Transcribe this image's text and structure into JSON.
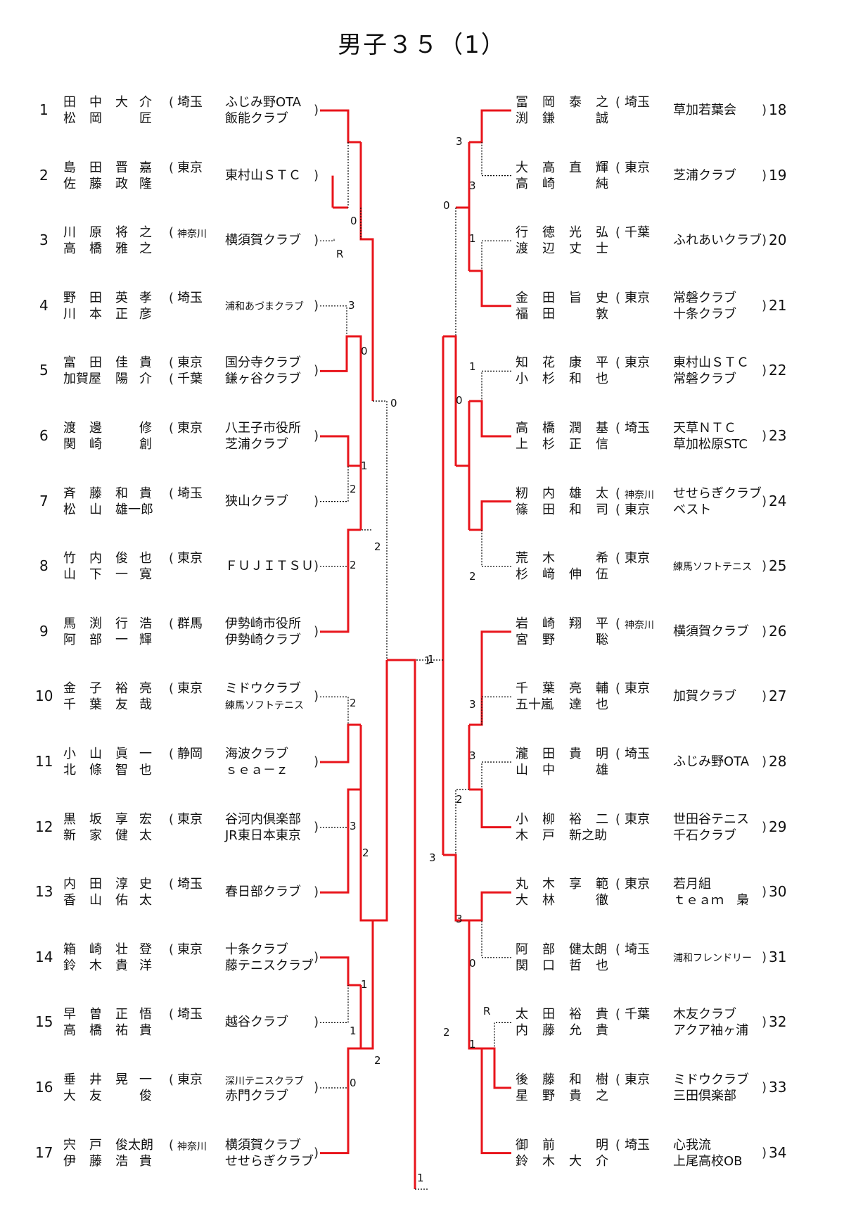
{
  "title": "男子３５（1）",
  "colors": {
    "win": "#e8141b",
    "normal": "#000000"
  },
  "left": [
    {
      "seed": "1",
      "p1": [
        "田",
        "中",
        "大",
        "介"
      ],
      "p2": [
        "松",
        "岡",
        "",
        "匠"
      ],
      "pref": [
        "埼玉",
        ""
      ],
      "club": [
        "ふじみ野OTA",
        "飯能クラブ"
      ]
    },
    {
      "seed": "2",
      "p1": [
        "島",
        "田",
        "晋",
        "嘉"
      ],
      "p2": [
        "佐",
        "藤",
        "政",
        "隆"
      ],
      "pref": [
        "東京",
        ""
      ],
      "club": [
        "東村山ＳＴＣ",
        ""
      ]
    },
    {
      "seed": "3",
      "p1": [
        "川",
        "原",
        "将",
        "之"
      ],
      "p2": [
        "高",
        "橋",
        "雅",
        "之"
      ],
      "pref": [
        "神奈川",
        ""
      ],
      "club": [
        "横須賀クラブ",
        ""
      ]
    },
    {
      "seed": "4",
      "p1": [
        "野",
        "田",
        "英",
        "孝"
      ],
      "p2": [
        "川",
        "本",
        "正",
        "彦"
      ],
      "pref": [
        "埼玉",
        ""
      ],
      "club": [
        "浦和あづまクラブ",
        ""
      ]
    },
    {
      "seed": "5",
      "p1": [
        "富",
        "田",
        "佳",
        "貴"
      ],
      "p2": [
        "加賀屋",
        "",
        "陽",
        "介"
      ],
      "pref": [
        "東京",
        "千葉"
      ],
      "club": [
        "国分寺クラブ",
        "鎌ヶ谷クラブ"
      ]
    },
    {
      "seed": "6",
      "p1": [
        "渡",
        "邊",
        "",
        "修"
      ],
      "p2": [
        "関",
        "崎",
        "",
        "創"
      ],
      "pref": [
        "東京",
        ""
      ],
      "club": [
        "八王子市役所",
        "芝浦クラブ"
      ]
    },
    {
      "seed": "7",
      "p1": [
        "斉",
        "藤",
        "和",
        "貴"
      ],
      "p2": [
        "松",
        "山",
        "雄一郎",
        ""
      ],
      "pref": [
        "埼玉",
        ""
      ],
      "club": [
        "狭山クラブ",
        ""
      ]
    },
    {
      "seed": "8",
      "p1": [
        "竹",
        "内",
        "俊",
        "也"
      ],
      "p2": [
        "山",
        "下",
        "一",
        "寛"
      ],
      "pref": [
        "東京",
        ""
      ],
      "club": [
        "ＦＵＪＩＴＳＵ",
        ""
      ]
    },
    {
      "seed": "9",
      "p1": [
        "馬",
        "渕",
        "行",
        "浩"
      ],
      "p2": [
        "阿",
        "部",
        "一",
        "輝"
      ],
      "pref": [
        "群馬",
        ""
      ],
      "club": [
        "伊勢崎市役所",
        "伊勢崎クラブ"
      ]
    },
    {
      "seed": "10",
      "p1": [
        "金",
        "子",
        "裕",
        "亮"
      ],
      "p2": [
        "千",
        "葉",
        "友",
        "哉"
      ],
      "pref": [
        "東京",
        ""
      ],
      "club": [
        "ミドウクラブ",
        "練馬ソフトテニス"
      ]
    },
    {
      "seed": "11",
      "p1": [
        "小",
        "山",
        "眞",
        "一"
      ],
      "p2": [
        "北",
        "條",
        "智",
        "也"
      ],
      "pref": [
        "静岡",
        ""
      ],
      "club": [
        "海波クラブ",
        "ｓｅａ－ｚ"
      ]
    },
    {
      "seed": "12",
      "p1": [
        "黒",
        "坂",
        "享",
        "宏"
      ],
      "p2": [
        "新",
        "家",
        "健",
        "太"
      ],
      "pref": [
        "東京",
        ""
      ],
      "club": [
        "谷河内倶楽部",
        "JR東日本東京"
      ]
    },
    {
      "seed": "13",
      "p1": [
        "内",
        "田",
        "淳",
        "史"
      ],
      "p2": [
        "香",
        "山",
        "佑",
        "太"
      ],
      "pref": [
        "埼玉",
        ""
      ],
      "club": [
        "春日部クラブ",
        ""
      ]
    },
    {
      "seed": "14",
      "p1": [
        "箱",
        "崎",
        "壮",
        "登"
      ],
      "p2": [
        "鈴",
        "木",
        "貴",
        "洋"
      ],
      "pref": [
        "東京",
        ""
      ],
      "club": [
        "十条クラブ",
        "藤テニスクラブ"
      ]
    },
    {
      "seed": "15",
      "p1": [
        "早",
        "曽",
        "正",
        "悟"
      ],
      "p2": [
        "高",
        "橋",
        "祐",
        "貴"
      ],
      "pref": [
        "埼玉",
        ""
      ],
      "club": [
        "越谷クラブ",
        ""
      ]
    },
    {
      "seed": "16",
      "p1": [
        "垂",
        "井",
        "晃",
        "一"
      ],
      "p2": [
        "大",
        "友",
        "",
        "俊"
      ],
      "pref": [
        "東京",
        ""
      ],
      "club": [
        "深川テニスクラブ",
        "赤門クラブ"
      ]
    },
    {
      "seed": "17",
      "p1": [
        "宍",
        "戸",
        "俊太朗",
        ""
      ],
      "p2": [
        "伊",
        "藤",
        "浩",
        "貴"
      ],
      "pref": [
        "神奈川",
        ""
      ],
      "club": [
        "横須賀クラブ",
        "せせらぎクラブ"
      ]
    }
  ],
  "right": [
    {
      "seed": "18",
      "p1": [
        "冨",
        "岡",
        "泰",
        "之"
      ],
      "p2": [
        "渕",
        "鎌",
        "",
        "誠"
      ],
      "pref": [
        "埼玉",
        ""
      ],
      "club": [
        "草加若葉会",
        ""
      ]
    },
    {
      "seed": "19",
      "p1": [
        "大",
        "高",
        "直",
        "輝"
      ],
      "p2": [
        "高",
        "崎",
        "",
        "純"
      ],
      "pref": [
        "東京",
        ""
      ],
      "club": [
        "芝浦クラブ",
        ""
      ]
    },
    {
      "seed": "20",
      "p1": [
        "行",
        "徳",
        "光",
        "弘"
      ],
      "p2": [
        "渡",
        "辺",
        "丈",
        "士"
      ],
      "pref": [
        "千葉",
        ""
      ],
      "club": [
        "ふれあいクラブ",
        ""
      ]
    },
    {
      "seed": "21",
      "p1": [
        "金",
        "田",
        "旨",
        "史"
      ],
      "p2": [
        "福",
        "田",
        "",
        "敦"
      ],
      "pref": [
        "東京",
        ""
      ],
      "club": [
        "常磐クラブ",
        "十条クラブ"
      ]
    },
    {
      "seed": "22",
      "p1": [
        "知",
        "花",
        "康",
        "平"
      ],
      "p2": [
        "小",
        "杉",
        "和",
        "也"
      ],
      "pref": [
        "東京",
        ""
      ],
      "club": [
        "東村山ＳＴＣ",
        "常磐クラブ"
      ]
    },
    {
      "seed": "23",
      "p1": [
        "高",
        "橋",
        "潤",
        "基"
      ],
      "p2": [
        "上",
        "杉",
        "正",
        "信"
      ],
      "pref": [
        "埼玉",
        ""
      ],
      "club": [
        "天草ＮＴＣ",
        "草加松原STC"
      ]
    },
    {
      "seed": "24",
      "p1": [
        "籾",
        "内",
        "雄",
        "太"
      ],
      "p2": [
        "篠",
        "田",
        "和",
        "司"
      ],
      "pref": [
        "神奈川",
        "東京"
      ],
      "club": [
        "せせらぎクラブ",
        "ベスト"
      ]
    },
    {
      "seed": "25",
      "p1": [
        "荒",
        "木",
        "",
        "希"
      ],
      "p2": [
        "杉",
        "﨑",
        "伸",
        "伍"
      ],
      "pref": [
        "東京",
        ""
      ],
      "club": [
        "練馬ソフトテニス",
        ""
      ]
    },
    {
      "seed": "26",
      "p1": [
        "岩",
        "崎",
        "翔",
        "平"
      ],
      "p2": [
        "宮",
        "野",
        "",
        "聡"
      ],
      "pref": [
        "神奈川",
        ""
      ],
      "club": [
        "横須賀クラブ",
        ""
      ]
    },
    {
      "seed": "27",
      "p1": [
        "千",
        "葉",
        "亮",
        "輔"
      ],
      "p2": [
        "五十嵐",
        "",
        "達",
        "也"
      ],
      "pref": [
        "東京",
        ""
      ],
      "club": [
        "加賀クラブ",
        ""
      ]
    },
    {
      "seed": "28",
      "p1": [
        "瀧",
        "田",
        "貴",
        "明"
      ],
      "p2": [
        "山",
        "中",
        "",
        "雄"
      ],
      "pref": [
        "埼玉",
        ""
      ],
      "club": [
        "ふじみ野OTA",
        ""
      ]
    },
    {
      "seed": "29",
      "p1": [
        "小",
        "柳",
        "裕",
        "二"
      ],
      "p2": [
        "木",
        "戸",
        "新之助",
        ""
      ],
      "pref": [
        "東京",
        ""
      ],
      "club": [
        "世田谷テニス",
        "千石クラブ"
      ]
    },
    {
      "seed": "30",
      "p1": [
        "丸",
        "木",
        "享",
        "範"
      ],
      "p2": [
        "大",
        "林",
        "",
        "徹"
      ],
      "pref": [
        "東京",
        ""
      ],
      "club": [
        "若月組",
        "ｔｅａｍ　梟"
      ]
    },
    {
      "seed": "31",
      "p1": [
        "阿",
        "部",
        "健太朗",
        ""
      ],
      "p2": [
        "関",
        "口",
        "哲",
        "也"
      ],
      "pref": [
        "埼玉",
        ""
      ],
      "club": [
        "浦和フレンドリー",
        ""
      ]
    },
    {
      "seed": "32",
      "p1": [
        "太",
        "田",
        "裕",
        "貴"
      ],
      "p2": [
        "内",
        "藤",
        "允",
        "貴"
      ],
      "pref": [
        "千葉",
        ""
      ],
      "club": [
        "木友クラブ",
        "アクア袖ヶ浦"
      ]
    },
    {
      "seed": "33",
      "p1": [
        "後",
        "藤",
        "和",
        "樹"
      ],
      "p2": [
        "星",
        "野",
        "貴",
        "之"
      ],
      "pref": [
        "東京",
        ""
      ],
      "club": [
        "ミドウクラブ",
        "三田倶楽部"
      ]
    },
    {
      "seed": "34",
      "p1": [
        "御",
        "前",
        "",
        "明"
      ],
      "p2": [
        "鈴",
        "木",
        "大",
        "介"
      ],
      "pref": [
        "埼玉",
        ""
      ],
      "club": [
        "心我流",
        "上尾高校OB"
      ]
    }
  ],
  "scores": [
    {
      "id": "s1",
      "t": "0"
    },
    {
      "id": "s2",
      "t": "R"
    },
    {
      "id": "s3",
      "t": "3"
    },
    {
      "id": "s4",
      "t": "0"
    },
    {
      "id": "s5",
      "t": "0"
    },
    {
      "id": "s6",
      "t": "1"
    },
    {
      "id": "s7",
      "t": "2"
    },
    {
      "id": "s8",
      "t": "2"
    },
    {
      "id": "s9",
      "t": "2"
    },
    {
      "id": "s10",
      "t": "2"
    },
    {
      "id": "s11",
      "t": "3"
    },
    {
      "id": "s12",
      "t": "2"
    },
    {
      "id": "s13",
      "t": "1"
    },
    {
      "id": "s14",
      "t": "1"
    },
    {
      "id": "s15",
      "t": "0"
    },
    {
      "id": "s16",
      "t": "2"
    },
    {
      "id": "s17",
      "t": "1"
    },
    {
      "id": "s18",
      "t": "1"
    },
    {
      "id": "r1",
      "t": "3"
    },
    {
      "id": "r2",
      "t": "3"
    },
    {
      "id": "r3",
      "t": "0"
    },
    {
      "id": "r4",
      "t": "1"
    },
    {
      "id": "r5",
      "t": "1"
    },
    {
      "id": "r6",
      "t": "0"
    },
    {
      "id": "r7",
      "t": "2"
    },
    {
      "id": "r8",
      "t": "1"
    },
    {
      "id": "r9",
      "t": "3"
    },
    {
      "id": "r10",
      "t": "3"
    },
    {
      "id": "r11",
      "t": "2"
    },
    {
      "id": "r12",
      "t": "3"
    },
    {
      "id": "r13",
      "t": "3"
    },
    {
      "id": "r14",
      "t": "0"
    },
    {
      "id": "r15",
      "t": "R"
    },
    {
      "id": "r16",
      "t": "1"
    },
    {
      "id": "r17",
      "t": "2"
    }
  ]
}
